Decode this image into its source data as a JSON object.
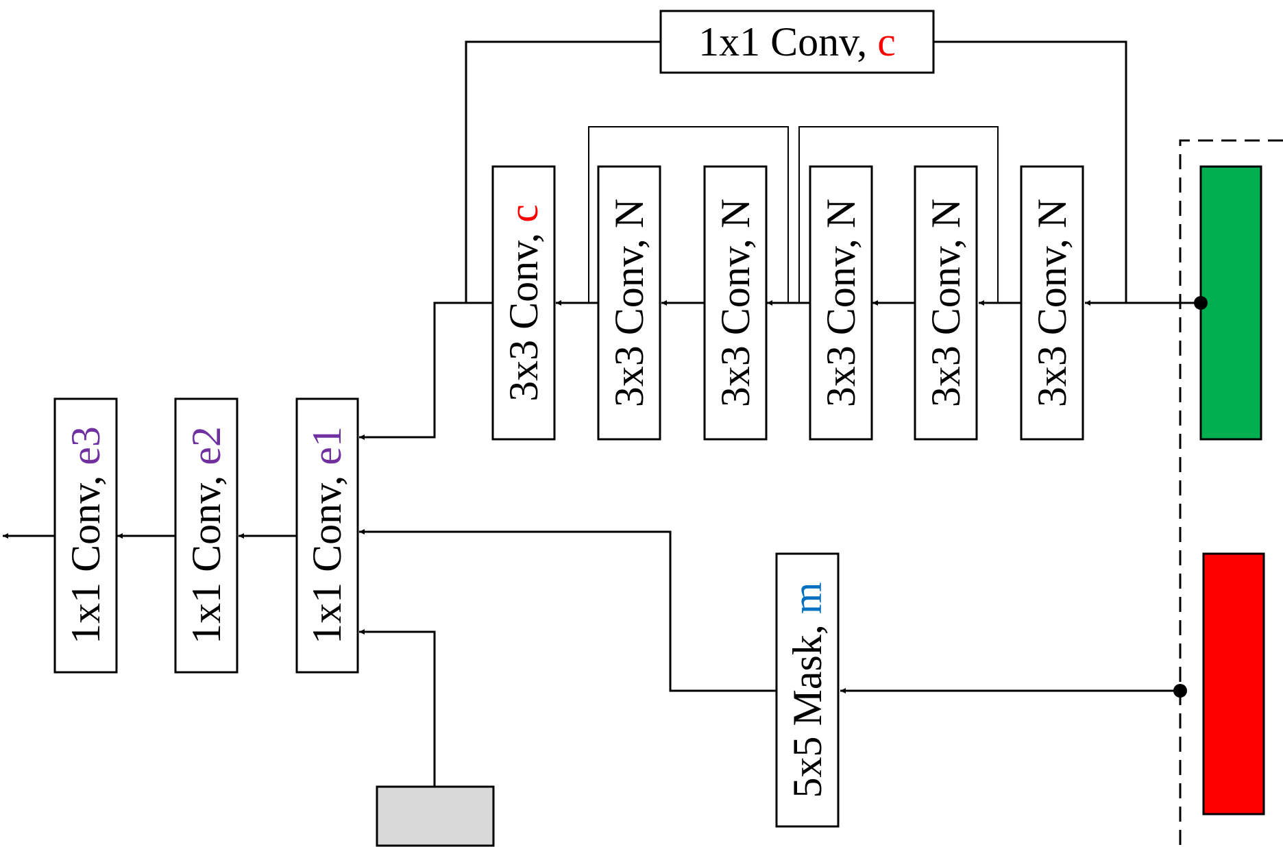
{
  "colors": {
    "red": "#ff0000",
    "purple": "#7030a0",
    "blue": "#0070c0",
    "green": "#00b050",
    "gray": "#d9d9d9"
  },
  "blocks": {
    "top_conv": {
      "text": "1x1 Conv, ",
      "param": "c"
    },
    "conv_c": {
      "text": "3x3 Conv, ",
      "param": "c"
    },
    "conv_n1": {
      "text": "3x3 Conv, ",
      "param": "N"
    },
    "conv_n2": {
      "text": "3x3 Conv, ",
      "param": "N"
    },
    "conv_n3": {
      "text": "3x3 Conv, ",
      "param": "N"
    },
    "conv_n4": {
      "text": "3x3 Conv, ",
      "param": "N"
    },
    "conv_n5": {
      "text": "3x3 Conv, ",
      "param": "N"
    },
    "conv_e1": {
      "text": "1x1 Conv, ",
      "param": "e1"
    },
    "conv_e2": {
      "text": "1x1 Conv, ",
      "param": "e2"
    },
    "conv_e3": {
      "text": "1x1 Conv, ",
      "param": "e3"
    },
    "mask": {
      "text": "5x5 Mask, ",
      "param": "m"
    }
  }
}
